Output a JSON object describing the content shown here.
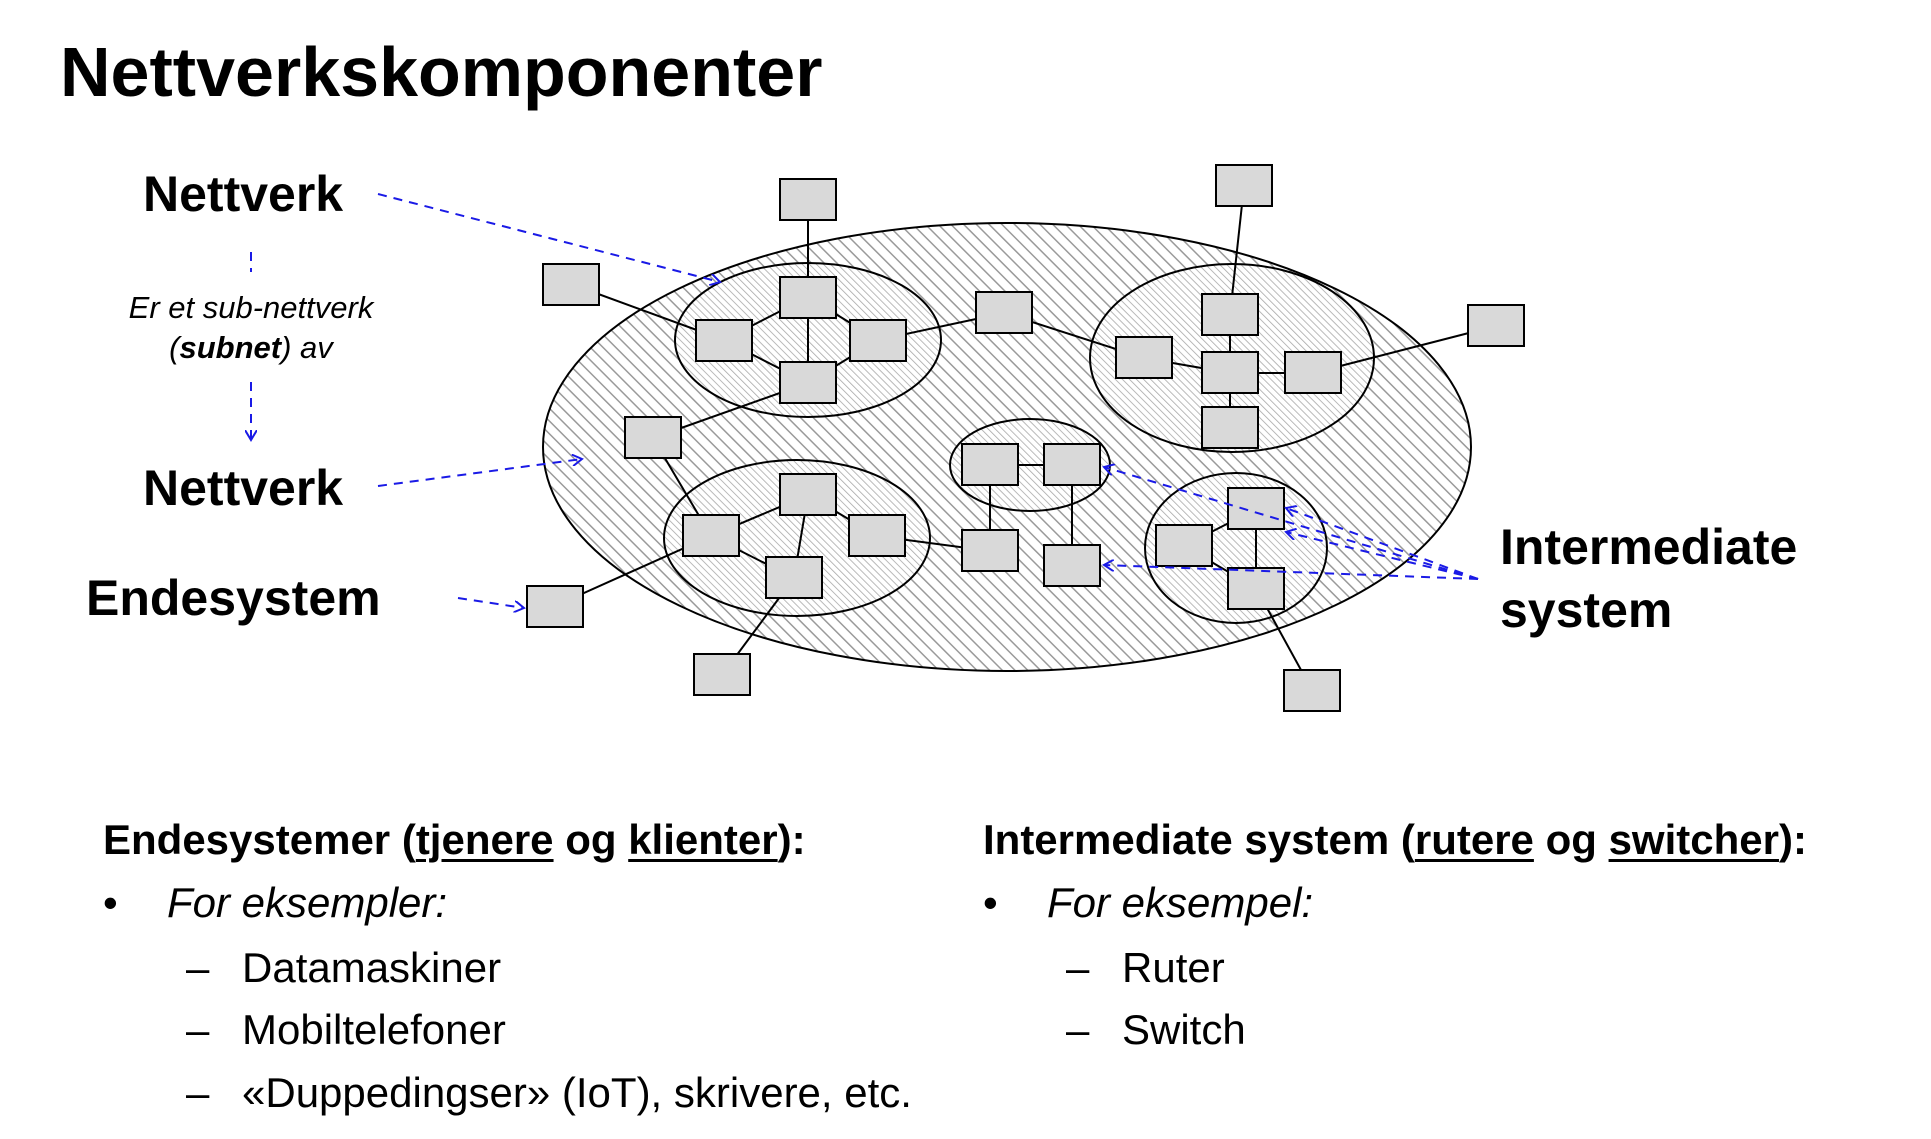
{
  "title": "Nettverkskomponenter",
  "labels": {
    "nettverk_top": "Nettverk",
    "subnet_note_prefix": "Er et sub-nettverk",
    "subnet_note_open": "(",
    "subnet_note_bold": "subnet",
    "subnet_note_close": ") av",
    "nettverk_bottom": "Nettverk",
    "endesystem": "Endesystem",
    "intermediate_line1": "Intermediate",
    "intermediate_line2": "system"
  },
  "colors": {
    "arrow": "#1a1ae6",
    "node_fill": "#d9d9d9",
    "hatch": "#9a9a9a"
  },
  "left_column": {
    "heading_start": "Endesystemer (",
    "heading_link1": "tjenere",
    "heading_mid": " og ",
    "heading_link2": "klienter",
    "heading_end": "):",
    "bullet": "For eksempler:",
    "items": [
      "Datamaskiner",
      "Mobiltelefoner",
      "«Duppedingser» (IoT), skrivere, etc."
    ]
  },
  "right_column": {
    "heading_start": "Intermediate system (",
    "heading_link1": "rutere",
    "heading_mid": " og ",
    "heading_link2": "switcher",
    "heading_end": "):",
    "bullet": "For eksempel:",
    "items": [
      "Ruter",
      "Switch"
    ]
  },
  "symbols": {
    "bullet": "•",
    "dash": "–"
  }
}
